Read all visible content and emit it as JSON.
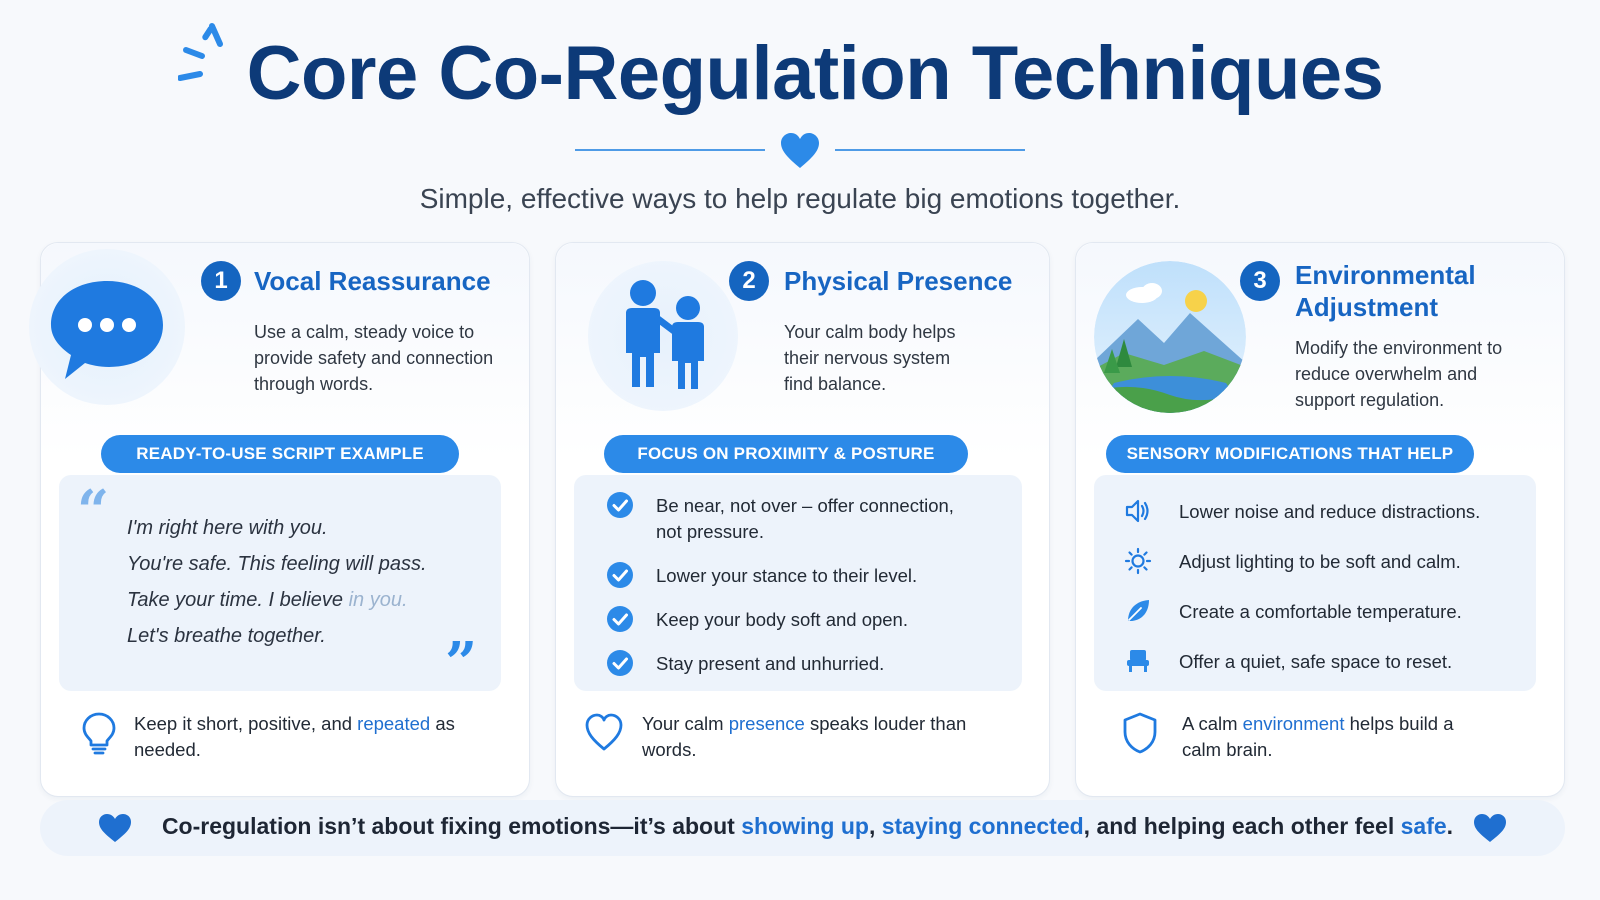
{
  "header": {
    "title": "Core Co-Regulation Techniques",
    "subtitle": "Simple, effective ways to help regulate big emotions together."
  },
  "colors": {
    "primary": "#1565c0",
    "accent": "#2c8ae8",
    "title": "#0d3a78",
    "panel": "#edf3fb"
  },
  "cards": [
    {
      "number": "1",
      "title": "Vocal Reassurance",
      "description": "Use a calm, steady voice to provide safety and connection through words.",
      "illustration_icon": "speech-bubble-icon",
      "section_label": "READY-TO-USE SCRIPT EXAMPLE",
      "script_lines": [
        {
          "text": "I'm right here with you.",
          "faded": ""
        },
        {
          "text": "You're safe. This feeling will pass.",
          "faded": ""
        },
        {
          "text": "Take your time. I believe ",
          "faded": "in you."
        },
        {
          "text": "Let's breathe together.",
          "faded": ""
        }
      ],
      "quote_open": "“",
      "quote_close": "”",
      "tip_icon": "lightbulb-icon",
      "tip_pre": "Keep it short, positive, and ",
      "tip_highlight": "repeated",
      "tip_post": " as needed."
    },
    {
      "number": "2",
      "title": "Physical Presence",
      "description": "Your calm body helps their nervous system find balance.",
      "illustration_icon": "two-people-icon",
      "section_label": "FOCUS ON PROXIMITY & POSTURE",
      "items": [
        {
          "icon": "check-circle-icon",
          "text": "Be near, not over – offer connection,",
          "text2": "not pressure."
        },
        {
          "icon": "check-circle-icon",
          "text": "Lower your stance to their level.",
          "text2": ""
        },
        {
          "icon": "check-circle-icon",
          "text": "Keep your body soft and open.",
          "text2": ""
        },
        {
          "icon": "check-circle-icon",
          "text": "Stay present and unhurried.",
          "text2": ""
        }
      ],
      "tip_icon": "heart-outline-icon",
      "tip_pre": "Your calm ",
      "tip_highlight": "presence",
      "tip_post": " speaks louder than words."
    },
    {
      "number": "3",
      "title": "Environmental Adjustment",
      "title_line1": "Environmental",
      "title_line2": "Adjustment",
      "description": "Modify the environment to reduce overwhelm and support regulation.",
      "illustration_icon": "landscape-icon",
      "section_label": "SENSORY MODIFICATIONS THAT HELP",
      "items": [
        {
          "icon": "speaker-icon",
          "text": "Lower noise and reduce distractions."
        },
        {
          "icon": "sun-icon",
          "text": "Adjust lighting to be soft and calm."
        },
        {
          "icon": "leaf-icon",
          "text": "Create a comfortable temperature."
        },
        {
          "icon": "chair-icon",
          "text": "Offer a quiet, safe space to reset."
        }
      ],
      "tip_icon": "shield-icon",
      "tip_pre": "A calm ",
      "tip_highlight": "environment",
      "tip_post": " helps build a calm brain."
    }
  ],
  "footer": {
    "pre": "Co-regulation isn’t about fixing emotions—it’s about ",
    "hl1": "showing up",
    "mid1": ", ",
    "hl2": "staying connected",
    "mid2": ", and helping each other feel ",
    "hl3": "safe",
    "post": "."
  }
}
